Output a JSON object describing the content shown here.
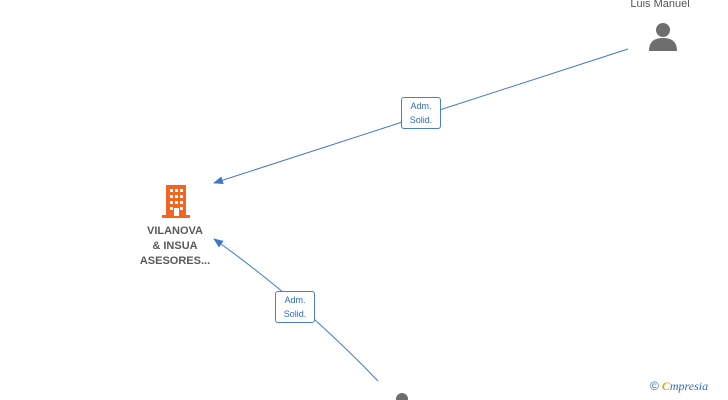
{
  "nodes": {
    "company": {
      "label": "VILANOVA\n& INSUA\nASESORES...",
      "icon": "building-icon",
      "color": "#f26522"
    },
    "person_top": {
      "label": "Luis Manuel",
      "icon": "person-icon",
      "color": "#666666"
    },
    "person_bottom": {
      "label": "",
      "icon": "person-icon",
      "color": "#666666"
    }
  },
  "edges": [
    {
      "from": "person_top",
      "to": "company",
      "label_line1": "Adm.",
      "label_line2": "Solid."
    },
    {
      "from": "person_bottom",
      "to": "company",
      "label_line1": "Adm.",
      "label_line2": "Solid."
    }
  ],
  "colors": {
    "edge": "#3d78c9",
    "edge_label_text": "#2f6db5"
  },
  "watermark": {
    "copyright": "©",
    "first_letter": "C",
    "rest": "mpresia"
  }
}
